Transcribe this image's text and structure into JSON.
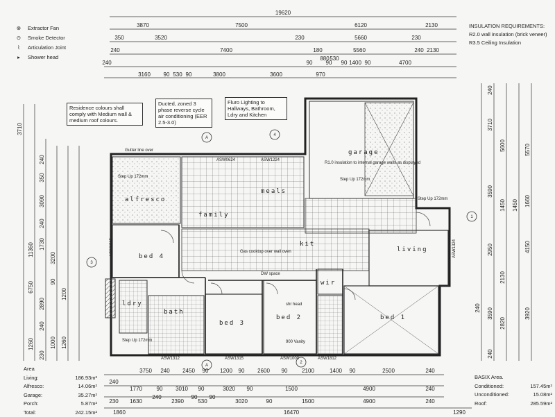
{
  "legend": [
    {
      "icon": "extractor-fan-icon",
      "label": "Extractor Fan"
    },
    {
      "icon": "smoke-detector-icon",
      "label": "Smoke Detector"
    },
    {
      "icon": "articulation-joint-icon",
      "label": "Articulation Joint"
    },
    {
      "icon": "shower-head-icon",
      "label": "Shower head"
    }
  ],
  "insulation": {
    "title": "INSULATION REQUIREMENTS:",
    "line1": "R2.0 wall insulation (brick veneer)",
    "line2": "R3.5 Ceiling Insulation"
  },
  "notes": {
    "colours": "Residence colours shall comply with Medium wall & medium roof colours.",
    "aircon": "Ducted, zoned 3 phase reverse cycle air conditioning (EER 2.5-3.0)",
    "lighting": "Fluro Lighting to Hallways, Bathroom, Ldry and Kitchen",
    "gutter": "Gutter line over",
    "garage_insulation": "R1.0 insulation to internal garage walls as displayed"
  },
  "rooms": {
    "alfresco": "alfresco",
    "meals": "meals",
    "family": "family",
    "garage": "garage",
    "living": "living",
    "bed4": "bed 4",
    "bed3": "bed 3",
    "bed2": "bed 2",
    "bed1": "bed 1",
    "wir": "wir",
    "bath": "bath",
    "ldry": "ldry",
    "kitchen": "kit"
  },
  "room_notes": {
    "step_up_alfresco": "Step Up 172mm",
    "step_up_garage": "Step Up 172mm",
    "step_up_laundry": "Step Up 172mm",
    "step_up_porch": "Step Up 172mm",
    "gas_cooktop": "Gas cooktop over wall oven",
    "dw_space": "DW space",
    "dw_head": "shr head",
    "vanity": "900 Vanity"
  },
  "windows": [
    "ASW0624",
    "ASW1224",
    "ASW1315",
    "ASW1324",
    "ASW1312",
    "ASW1315",
    "ASW1000",
    "ASW1812"
  ],
  "markers": [
    "A",
    "4",
    "1",
    "3",
    "A",
    "2"
  ],
  "dims_top": {
    "overall": "19620",
    "row1": [
      "3870",
      "7500",
      "6120",
      "2130"
    ],
    "row2": [
      "350",
      "3520",
      "230",
      "5660",
      "230"
    ],
    "row3": [
      "240",
      "7400",
      "180",
      "5560",
      "240",
      "2130"
    ],
    "row4": [
      "240",
      "3160",
      "90",
      "530",
      "90",
      "3800",
      "3600",
      "90",
      "970",
      "90",
      "880",
      "530",
      "90",
      "1400",
      "90",
      "4700"
    ]
  },
  "dims_bottom": {
    "row1": [
      "3750",
      "240",
      "2450",
      "90",
      "1200",
      "90",
      "2600",
      "90",
      "2100",
      "1400",
      "90",
      "2500",
      "240"
    ],
    "row2": [
      "240",
      "1770",
      "90",
      "3010",
      "90",
      "3020",
      "90",
      "1500",
      "4900",
      "240"
    ],
    "row3": [
      "230",
      "1630",
      "240",
      "2390",
      "90",
      "530",
      "90",
      "3020",
      "90",
      "1500",
      "4900",
      "240"
    ],
    "row4": [
      "1860",
      "16470",
      "1290"
    ]
  },
  "dims_left": [
    "3710",
    "11360",
    "240",
    "350",
    "3090",
    "240",
    "1730",
    "3200",
    "6750",
    "90",
    "2890",
    "1200",
    "240",
    "1260",
    "230",
    "1000",
    "1260"
  ],
  "dims_right": [
    "240",
    "3710",
    "5600",
    "5570",
    "3590",
    "1450",
    "1450",
    "1660",
    "2950",
    "4150",
    "2130",
    "240",
    "3590",
    "3920",
    "2820",
    "240"
  ],
  "areas": {
    "title": "Area",
    "rows": [
      {
        "label": "Living:",
        "value": "186.93m²"
      },
      {
        "label": "Alfresco:",
        "value": "14.06m²"
      },
      {
        "label": "Garage:",
        "value": "35.27m²"
      },
      {
        "label": "Porch:",
        "value": "5.87m²"
      },
      {
        "label": "Total:",
        "value": "242.15m²"
      }
    ]
  },
  "basix": {
    "title": "BASIX Area.",
    "rows": [
      {
        "label": "Conditioned:",
        "value": "157.45m²"
      },
      {
        "label": "Unconditioned:",
        "value": "15.08m²"
      },
      {
        "label": "Roof:",
        "value": "285.59m²"
      }
    ]
  },
  "colors": {
    "line": "#2b2b2b",
    "hatch": "#9a9a9a",
    "paper": "#f6f6f4"
  }
}
